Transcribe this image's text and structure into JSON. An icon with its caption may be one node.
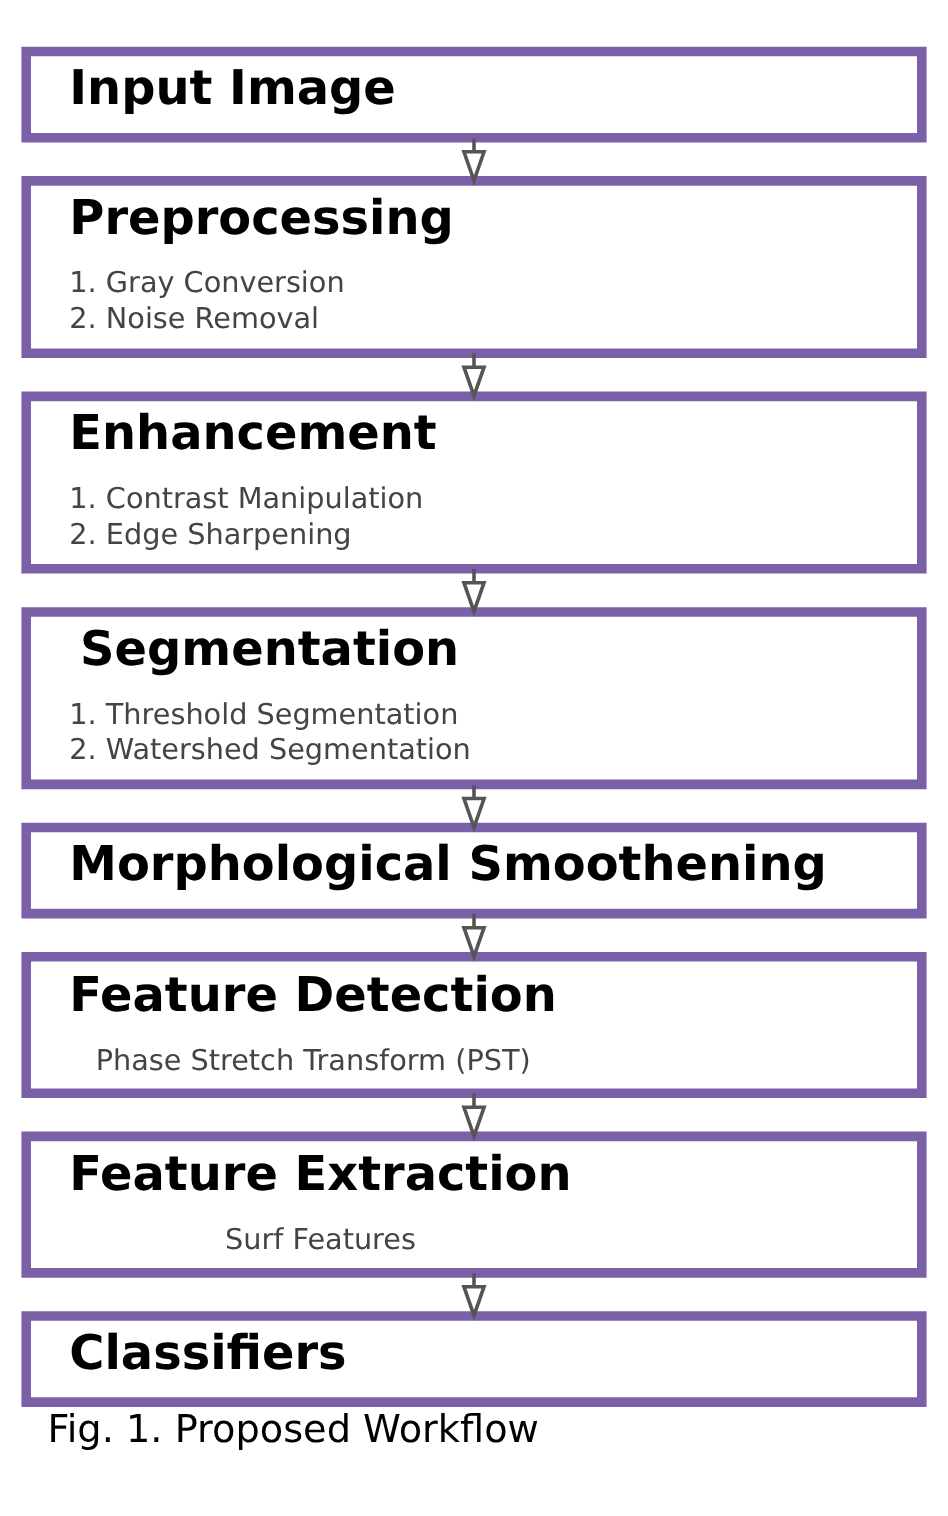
{
  "diagram": {
    "caption": "Fig. 1. Proposed Workflow",
    "nodes": [
      {
        "text": [
          "Input Image"
        ]
      },
      {
        "text": [
          "Preprocessing",
          "1. Gray Conversion",
          "2. Noise Removal"
        ]
      },
      {
        "text": [
          "Enhancement",
          "1. Contrast Manipulation",
          "2. Edge Sharpening"
        ]
      },
      {
        "text": [
          "Segmentation",
          "1. Threshold Segmentation",
          "2. Watershed Segmentation"
        ]
      },
      {
        "text": [
          "Morphological Smoothening"
        ]
      },
      {
        "text": [
          "Feature Detection",
          "Phase Stretch Transform (PST)"
        ]
      },
      {
        "text": [
          "Feature Extraction",
          "Surf Features"
        ]
      },
      {
        "text": [
          "Classifiers"
        ]
      }
    ],
    "edges": [
      {
        "from": 0,
        "to": 1,
        "arrow": "to"
      },
      {
        "from": 1,
        "to": 2,
        "arrow": "to"
      },
      {
        "from": 2,
        "to": 3,
        "arrow": "to"
      },
      {
        "from": 3,
        "to": 4,
        "arrow": "to"
      },
      {
        "from": 4,
        "to": 5,
        "arrow": "to"
      },
      {
        "from": 5,
        "to": 6,
        "arrow": "to"
      },
      {
        "from": 6,
        "to": 7,
        "arrow": "to"
      }
    ]
  }
}
